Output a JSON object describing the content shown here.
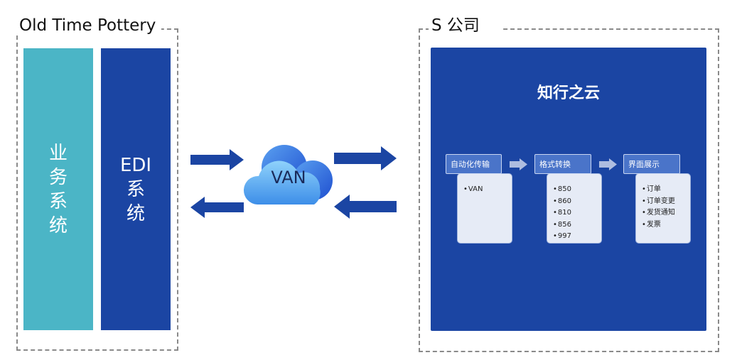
{
  "left_group": {
    "title": "Old Time Pottery",
    "business_system": "业务系统",
    "edi_line1": "EDI",
    "edi_line2": "系统"
  },
  "van": {
    "label": "VAN"
  },
  "right_group": {
    "title": "S 公司",
    "panel_title": "知行之云",
    "steps": [
      {
        "title": "自动化传输",
        "items": [
          "VAN"
        ]
      },
      {
        "title": "格式转换",
        "items": [
          "850",
          "860",
          "810",
          "856",
          "997"
        ]
      },
      {
        "title": "界面展示",
        "items": [
          "订单",
          "订单变更",
          "发货通知",
          "发票"
        ]
      }
    ]
  },
  "colors": {
    "teal": "#4bb5c6",
    "navy": "#1b45a3",
    "step_header": "#4a74c9",
    "step_body": "#e6ebf6"
  }
}
